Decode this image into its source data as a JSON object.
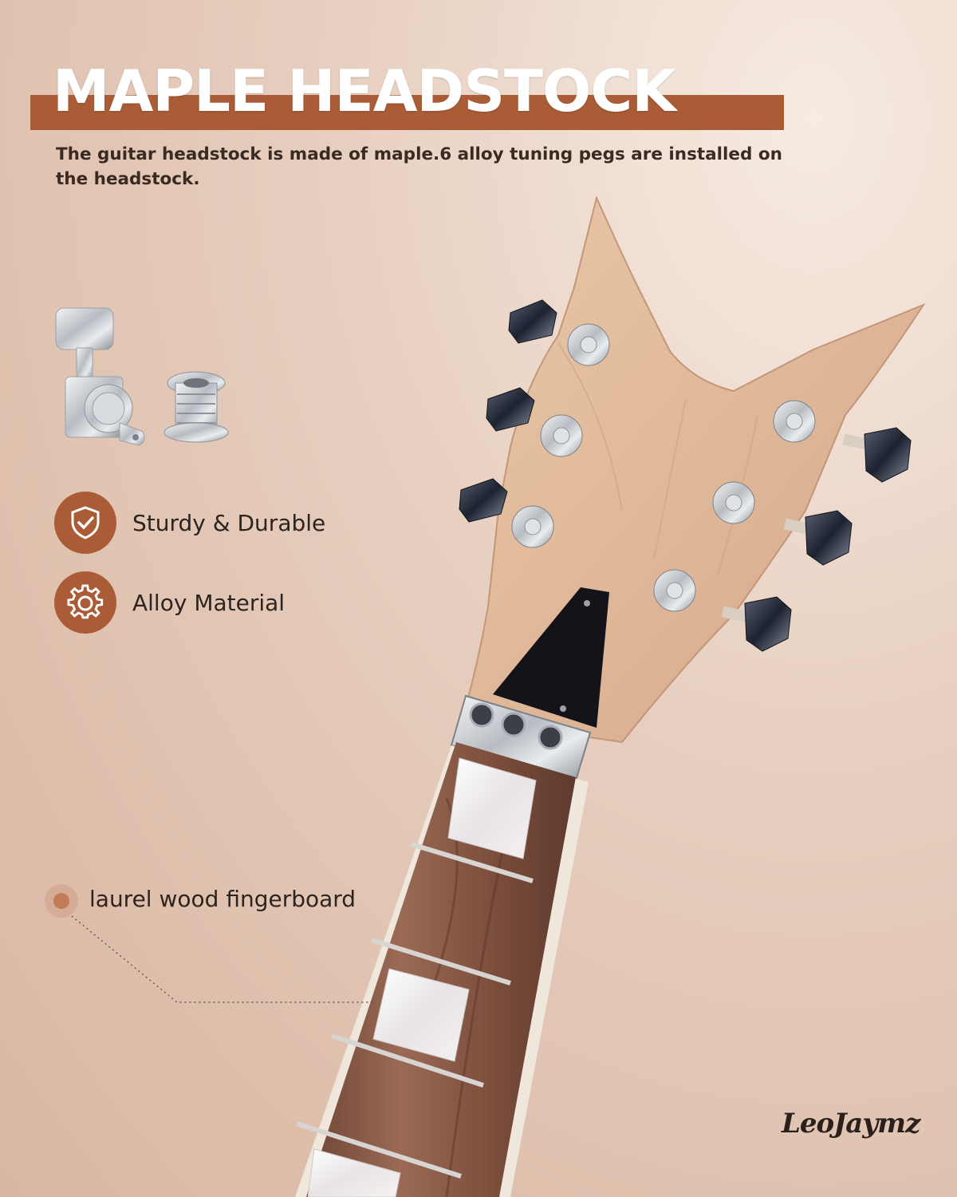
{
  "header": {
    "title": "MAPLE HEADSTOCK",
    "description": "The guitar headstock is made of maple.6 alloy tuning pegs are installed on the headstock."
  },
  "features": [
    {
      "label": "Sturdy & Durable",
      "icon": "shield-check-icon"
    },
    {
      "label": "Alloy Material",
      "icon": "gear-icon"
    }
  ],
  "callout": {
    "label": "laurel wood fingerboard"
  },
  "brand": {
    "logo": "LeoJaymz"
  },
  "colors": {
    "accent": "#a95c36",
    "background": "#e6cdbd",
    "text": "#2d2420"
  }
}
